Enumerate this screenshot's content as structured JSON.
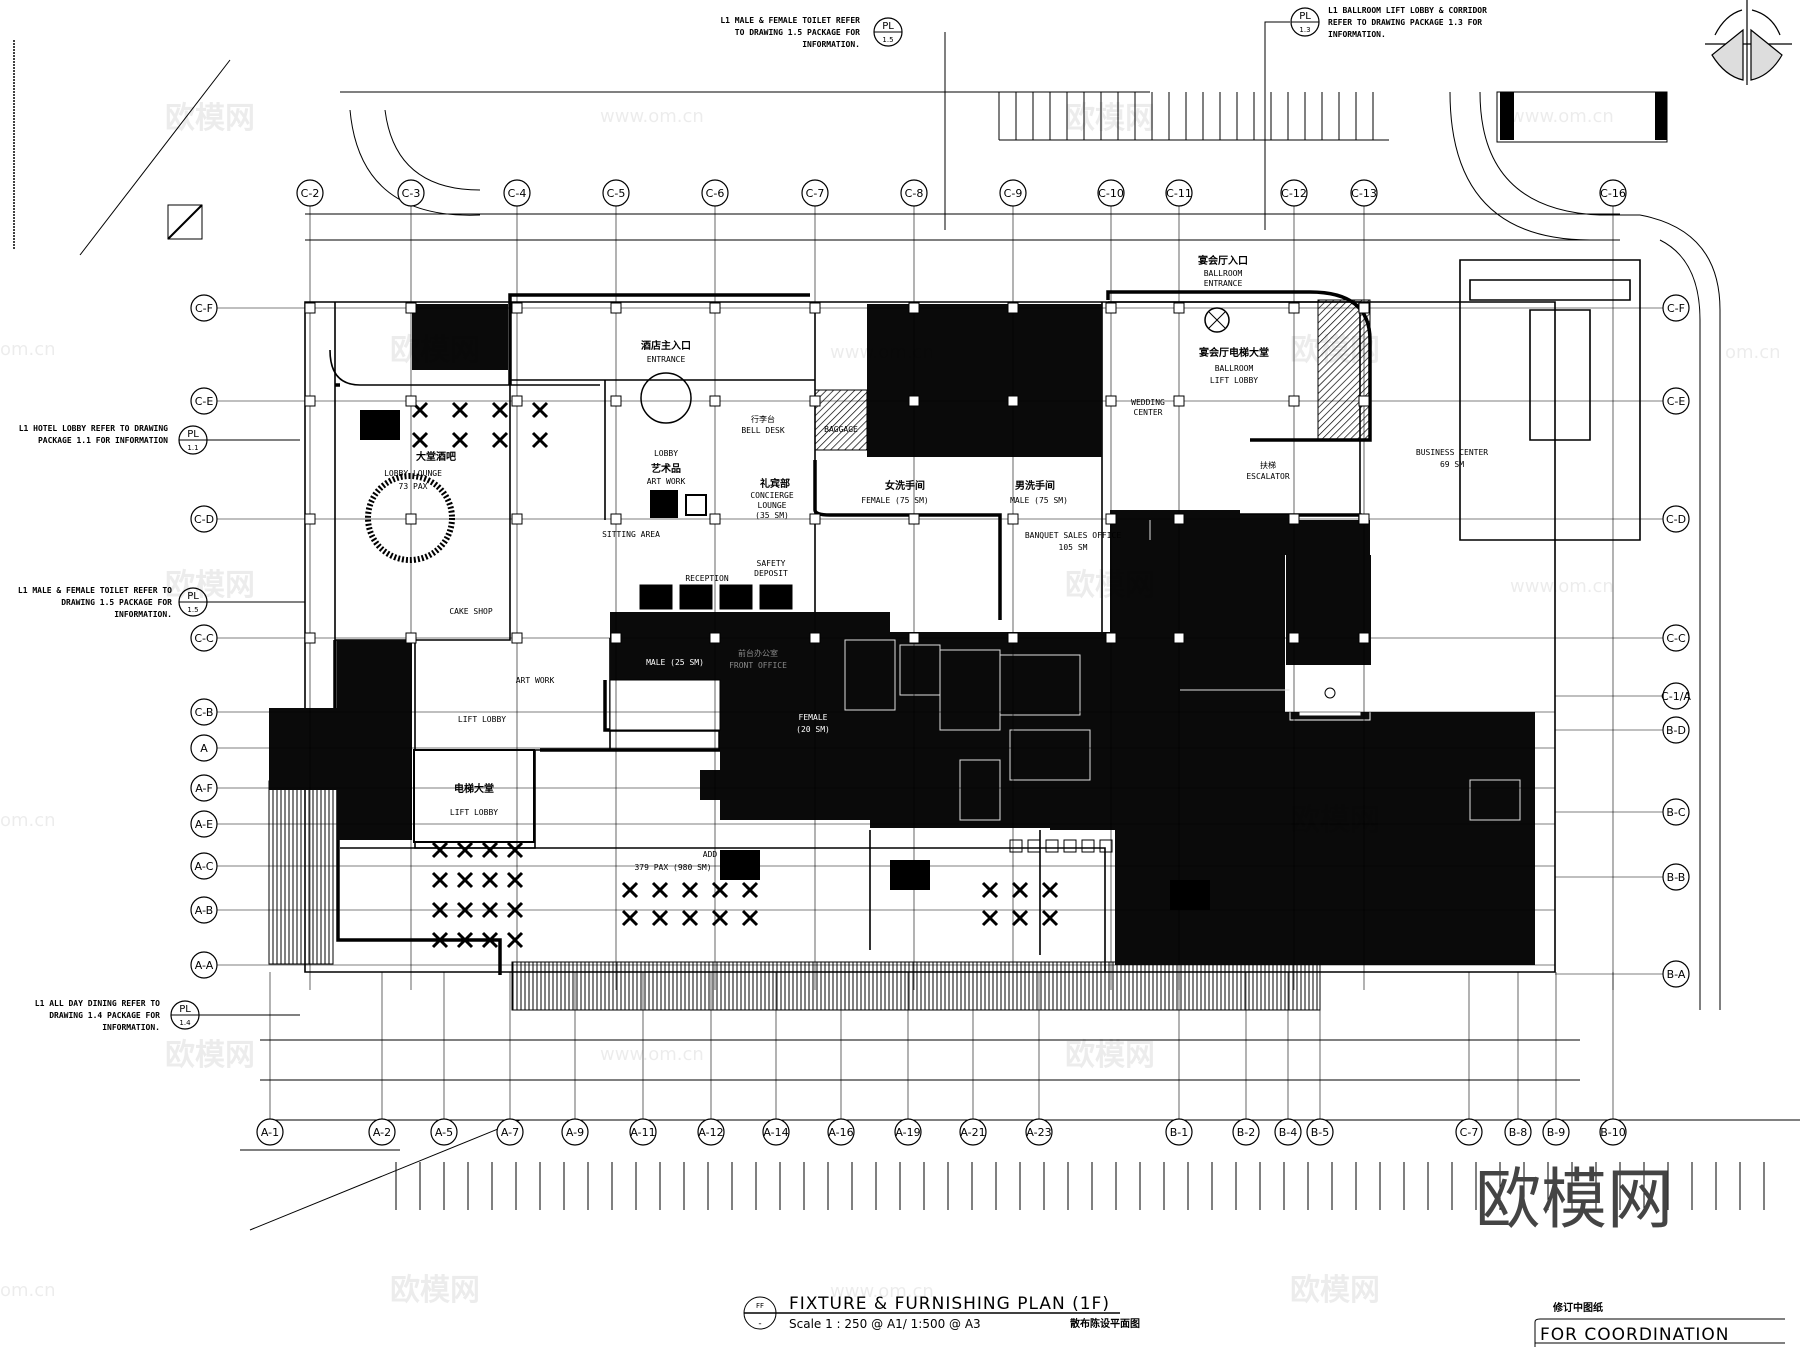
{
  "drawing": {
    "title": "FIXTURE & FURNISHING PLAN (1F)",
    "scale": "Scale 1 : 250 @ A1/ 1:500 @ A3",
    "title_bubble_top": "FF",
    "title_bubble_bottom": "-",
    "title_cn": "散布陈设平面图",
    "status_label_cn": "修订中图纸",
    "status": "FOR COORDINATION"
  },
  "watermarks": {
    "logo_text": "欧模网",
    "url_text": "www.om.cn",
    "edge_text": "om.cn"
  },
  "callouts": [
    {
      "tag": "PL",
      "ref": "1.5",
      "lines": [
        "L1 MALE & FEMALE TOILET  REFER",
        "TO DRAWING 1.5 PACKAGE FOR",
        "INFORMATION."
      ]
    },
    {
      "tag": "PL",
      "ref": "1.3",
      "lines": [
        "L1  BALLROOM LIFT LOBBY & CORRIDOR",
        "REFER TO DRAWING PACKAGE 1.3 FOR",
        "INFORMATION."
      ]
    },
    {
      "tag": "PL",
      "ref": "1.1",
      "lines": [
        "L1 HOTEL LOBBY REFER TO DRAWING",
        "PACKAGE 1.1 FOR INFORMATION"
      ]
    },
    {
      "tag": "PL",
      "ref": "1.5",
      "lines": [
        "L1 MALE & FEMALE TOILET  REFER TO",
        "DRAWING 1.5 PACKAGE FOR",
        "INFORMATION."
      ]
    },
    {
      "tag": "PL",
      "ref": "1.4",
      "lines": [
        "L1 ALL DAY DINING  REFER TO",
        "DRAWING 1.4 PACKAGE FOR",
        "INFORMATION."
      ]
    }
  ],
  "grid": {
    "top": [
      "C-2",
      "C-3",
      "C-4",
      "C-5",
      "C-6",
      "C-7",
      "C-8",
      "C-9",
      "C-10",
      "C-11",
      "C-12",
      "C-13",
      "C-16"
    ],
    "left": [
      "C-F",
      "C-E",
      "C-D",
      "C-C",
      "C-B",
      "A",
      "A-F",
      "A-E",
      "A-C",
      "A-B",
      "A-A"
    ],
    "right": [
      "C-F",
      "C-E",
      "C-D",
      "C-C",
      "C-1/A",
      "B-D",
      "B-C",
      "B-B",
      "B-A"
    ],
    "bottom": [
      "A-1",
      "A-2",
      "A-5",
      "A-7",
      "A-9",
      "A-11",
      "A-12",
      "A-14",
      "A-16",
      "A-19",
      "A-21",
      "A-23",
      "B-1",
      "B-2",
      "B-4",
      "B-5",
      "C-7",
      "B-8",
      "B-9",
      "B-10"
    ]
  },
  "rooms": {
    "entrance_cn": "酒店主入口",
    "entrance": "ENTRANCE",
    "bell_desk_cn": "行李台",
    "bell_desk": "BELL DESK",
    "baggage": "BAGGAGE",
    "lobby": "LOBBY",
    "art_work_cn": "艺术品",
    "art_work": "ART WORK",
    "sitting_area": "SITTING AREA",
    "reception": "RECEPTION",
    "concierge_cn": "礼宾部",
    "concierge": [
      "CONCIERGE",
      "LOUNGE",
      "(35 SM)"
    ],
    "safety_deposit": [
      "SAFETY",
      "DEPOSIT"
    ],
    "female_75_cn": "女洗手间",
    "female_75": "FEMALE (75 SM)",
    "male_75_cn": "男洗手间",
    "male_75": "MALE (75 SM)",
    "ballroom_entrance_cn": "宴会厅入口",
    "ballroom_entrance": [
      "BALLROOM",
      "ENTRANCE"
    ],
    "ballroom_lift_lobby_cn": "宴会厅电梯大堂",
    "ballroom_lift_lobby": [
      "BALLROOM",
      "LIFT LOBBY"
    ],
    "wedding_center": [
      "WEDDING",
      "CENTER"
    ],
    "escalator_cn": "扶梯",
    "escalator": "ESCALATOR",
    "business_center": [
      "BUSINESS CENTER",
      "69 SM"
    ],
    "banquet_sales": [
      "BANQUET SALES OFFICE",
      "105 SM"
    ],
    "lobby_bar_cn": "大堂酒吧",
    "lobby_lounge": [
      "LOBBY LOUNGE",
      "73 PAX"
    ],
    "cake_shop": "CAKE SHOP",
    "lift_lobby_small": "LIFT LOBBY",
    "lift_lobby_cn": "电梯大堂",
    "lift_lobby": "LIFT LOBBY",
    "art_work_2": "ART WORK",
    "male_25": "MALE (25 SM)",
    "female_20": [
      "FEMALE",
      "(20 SM)"
    ],
    "front_office_cn": "前台办公室",
    "front_office": "FRONT OFFICE",
    "dining": "379 PAX (980 SM)",
    "add": "ADD"
  }
}
